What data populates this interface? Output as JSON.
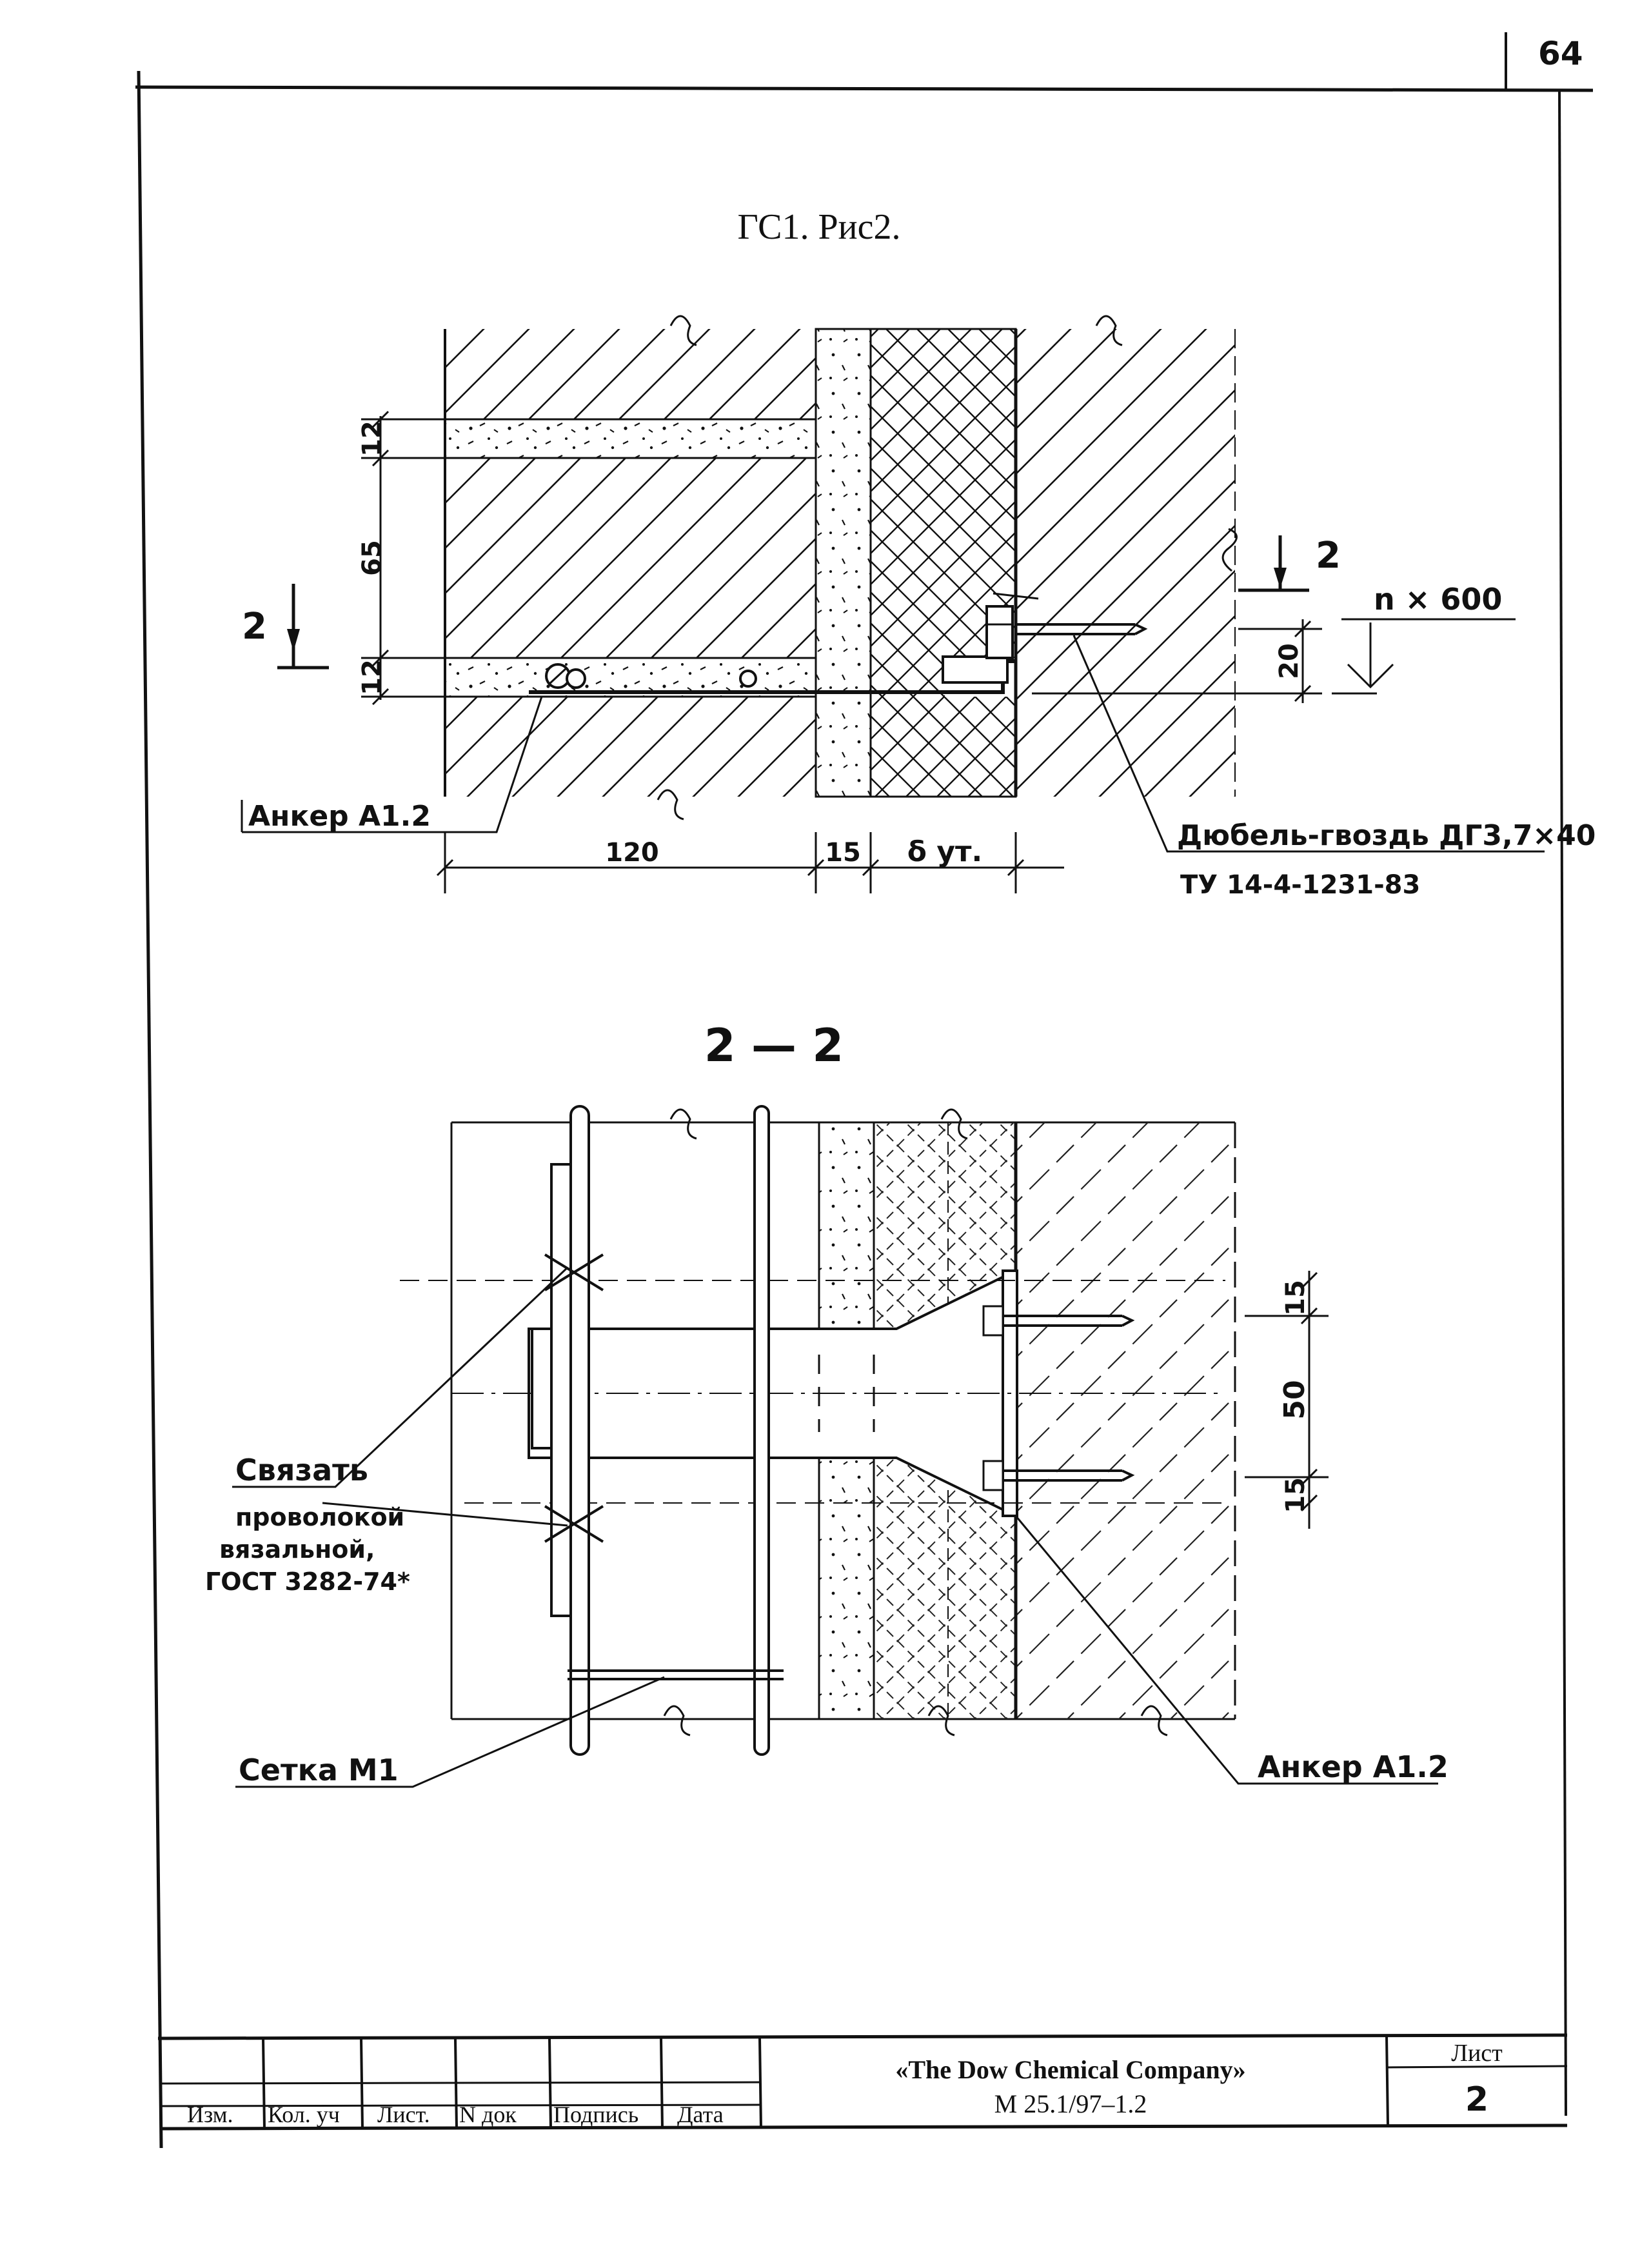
{
  "sheet": {
    "page_number": "64",
    "figure_title": "ГС1. Рис2.",
    "section_marker": "2",
    "section_title": "2 — 2"
  },
  "plan_view": {
    "dimensions": {
      "joint_top": "12",
      "brick_course": "65",
      "joint_bottom": "12",
      "brick_width": "120",
      "layer_15": "15",
      "insulation": "δ ут.",
      "right_gap": "20",
      "spacing": "n × 600"
    },
    "labels": {
      "anchor": "Анкер А1.2",
      "dowel_line1": "Дюбель-гвоздь ДГ3,7×40",
      "dowel_line2": "ТУ 14-4-1231-83"
    }
  },
  "section_view": {
    "dimensions": {
      "top": "15",
      "middle": "50",
      "bottom": "15"
    },
    "labels": {
      "tie_title": "Связать",
      "tie_line1": "проволокой",
      "tie_line2": "вязальной,",
      "tie_line3": "ГОСТ 3282-74*",
      "mesh": "Сетка М1",
      "anchor": "Анкер А1.2"
    }
  },
  "title_block": {
    "columns": [
      "Изм.",
      "Кол. уч",
      "Лист.",
      "N док",
      "Подпись",
      "Дата"
    ],
    "company": "«The Dow Chemical Company»",
    "doc_code": "М 25.1/97–1.2",
    "sheet_label": "Лист",
    "sheet_number": "2"
  }
}
